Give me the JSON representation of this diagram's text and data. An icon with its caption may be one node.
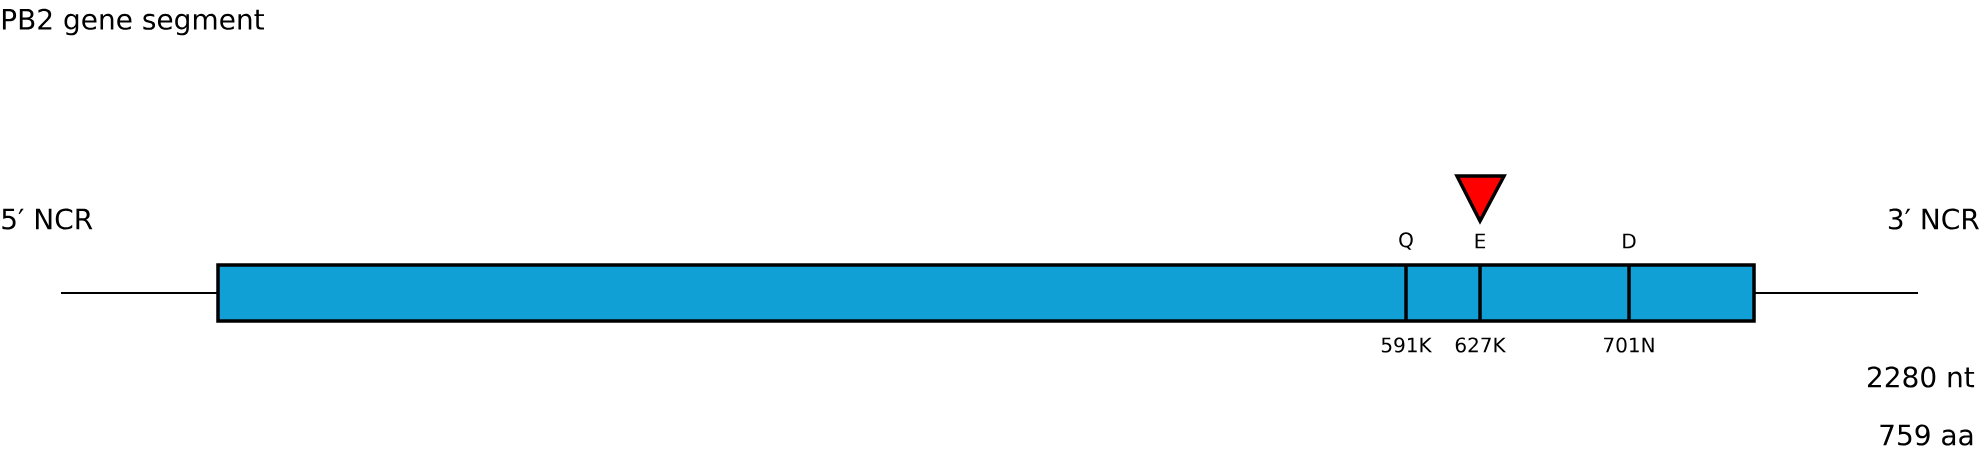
{
  "diagram": {
    "title": "PB2 gene segment",
    "labels": [
      "5′ NCR",
      "3′ NCR",
      "Q",
      "E",
      "D",
      "591K",
      "627K",
      "701N",
      "2280 nt",
      "759 aa"
    ]
  }
}
